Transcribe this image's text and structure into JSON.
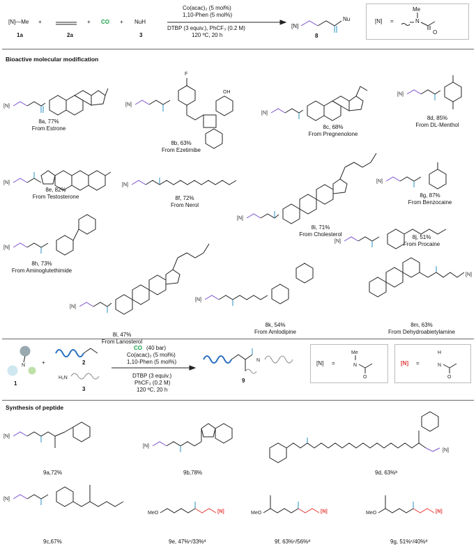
{
  "scheme1": {
    "reagent_a": "[N]—Me",
    "plus": "+",
    "co": "CO",
    "nuh": "NuH",
    "lbl_1a": "1a",
    "lbl_2a": "2a",
    "lbl_3": "3",
    "lbl_8": "8",
    "cond1": "Co(acac)₂ (5 mol%)",
    "cond2": "1,10-Phen (5 mol%)",
    "cond3": "DTBP (3 equiv.), PhCF₃ (0.2 M)",
    "cond4": "120 ºC, 20 h",
    "product_n": "[N]",
    "product_nu": "Nu",
    "def_n": "[N]",
    "def_eq": "=",
    "def_me": "Me",
    "def_nat": "N",
    "def_o": "O"
  },
  "section1": {
    "title": "Bioactive molecular modification"
  },
  "products1": [
    {
      "id": "8a",
      "yield": "8a, 77%",
      "source": "From Estrone"
    },
    {
      "id": "8b",
      "yield": "8b, 63%",
      "source": "From Ezetimibe"
    },
    {
      "id": "8c",
      "yield": "8c, 68%",
      "source": "From Pregnenolone"
    },
    {
      "id": "8d",
      "yield": "8d, 85%",
      "source": "From DL-Menthol"
    },
    {
      "id": "8e",
      "yield": "8e, 82%",
      "source": "From Testosterone"
    },
    {
      "id": "8f",
      "yield": "8f, 72%",
      "source": "From Nerol"
    },
    {
      "id": "8g",
      "yield": "8g, 87%",
      "source": "From Benzocaine"
    },
    {
      "id": "8h",
      "yield": "8h, 73%",
      "source": "From Aminoglutethimide"
    },
    {
      "id": "8i",
      "yield": "8i, 71%",
      "source": "From Cholesterol"
    },
    {
      "id": "8j",
      "yield": "8j, 51%",
      "source": "From Procaine"
    },
    {
      "id": "8k",
      "yield": "8k, 54%",
      "source": "From Amlodipine"
    },
    {
      "id": "8l",
      "yield": "8l, 47%",
      "source": "From Lanosterol"
    },
    {
      "id": "8m",
      "yield": "8m, 63%",
      "source": "From Dehydroabietylamine"
    }
  ],
  "scheme2": {
    "lbl_1": "1",
    "lbl_2": "2",
    "lbl_3": "3",
    "lbl_9": "9",
    "plus": "+",
    "co": "CO",
    "co_pressure": "(40 bar)",
    "cond1": "Co(acac)₂ (5 mol%)",
    "cond2": "1,10-Phen (5 mol%)",
    "cond3": "DTBP (3 equiv.)",
    "cond4": "PhCF₃ (0.2 M)",
    "cond5": "120 ºC, 20 h",
    "def1_n": "[N]",
    "def2_n": "[N]",
    "eq": "="
  },
  "section2": {
    "title": "Synthesis of peptide"
  },
  "products2": [
    {
      "id": "9a",
      "yield": "9a,72%"
    },
    {
      "id": "9b",
      "yield": "9b,78%"
    },
    {
      "id": "9c",
      "yield": "9c,67%"
    },
    {
      "id": "9d",
      "yield": "9d, 63%ᵇ"
    },
    {
      "id": "9e",
      "yield": "9e, 47%ᶜ/33%ᵈ"
    },
    {
      "id": "9f",
      "yield": "9f, 63%ᶜ/56%ᵈ"
    },
    {
      "id": "9g",
      "yield": "9g, 51%ᶜ/40%ᵈ"
    }
  ],
  "colors": {
    "teal": "#2a8fbf",
    "purple": "#7a4fcf",
    "green": "#1aa34a",
    "red": "#e53935"
  }
}
